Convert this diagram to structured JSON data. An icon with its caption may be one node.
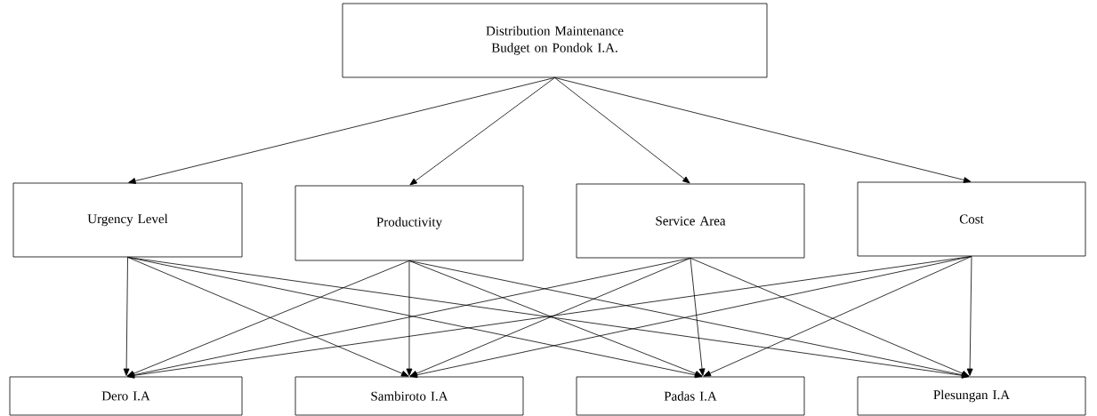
{
  "diagram": {
    "nodes": [
      {
        "text": [
          "Distribution Maintenance Budget on Pondok I.A."
        ]
      },
      {
        "text": [
          "Urgency Level"
        ]
      },
      {
        "text": [
          "Productivity"
        ]
      },
      {
        "text": [
          "Service Area"
        ]
      },
      {
        "text": [
          "Cost"
        ]
      },
      {
        "text": [
          "Dero I.A"
        ]
      },
      {
        "text": [
          "Sambiroto I.A"
        ]
      },
      {
        "text": [
          "Padas I.A"
        ]
      },
      {
        "text": [
          "Plesungan I.A"
        ]
      }
    ],
    "edges": [
      {
        "from": 0,
        "to": 1,
        "arrow": "to"
      },
      {
        "from": 0,
        "to": 2,
        "arrow": "to"
      },
      {
        "from": 0,
        "to": 3,
        "arrow": "to"
      },
      {
        "from": 0,
        "to": 4,
        "arrow": "to"
      },
      {
        "from": 1,
        "to": 5,
        "arrow": "to"
      },
      {
        "from": 1,
        "to": 6,
        "arrow": "to"
      },
      {
        "from": 1,
        "to": 7,
        "arrow": "to"
      },
      {
        "from": 1,
        "to": 8,
        "arrow": "to"
      },
      {
        "from": 2,
        "to": 5,
        "arrow": "to"
      },
      {
        "from": 2,
        "to": 6,
        "arrow": "to"
      },
      {
        "from": 2,
        "to": 7,
        "arrow": "to"
      },
      {
        "from": 2,
        "to": 8,
        "arrow": "to"
      },
      {
        "from": 3,
        "to": 5,
        "arrow": "to"
      },
      {
        "from": 3,
        "to": 6,
        "arrow": "to"
      },
      {
        "from": 3,
        "to": 7,
        "arrow": "to"
      },
      {
        "from": 3,
        "to": 8,
        "arrow": "to"
      },
      {
        "from": 4,
        "to": 5,
        "arrow": "to"
      },
      {
        "from": 4,
        "to": 6,
        "arrow": "to"
      },
      {
        "from": 4,
        "to": 7,
        "arrow": "to"
      },
      {
        "from": 4,
        "to": 8,
        "arrow": "to"
      }
    ]
  }
}
